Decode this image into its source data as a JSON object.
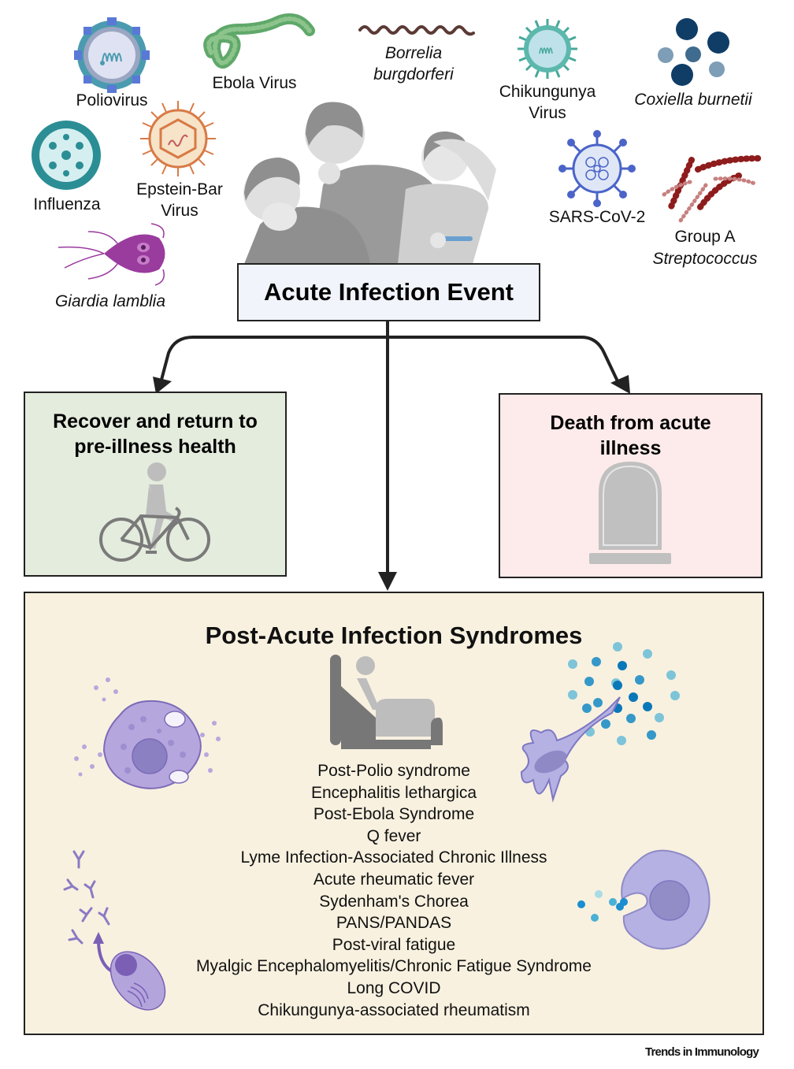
{
  "pathogens": [
    {
      "name": "Poliovirus",
      "italic": false
    },
    {
      "name": "Ebola Virus",
      "italic": false
    },
    {
      "name": "Borrelia burgdorferi",
      "line1": "Borrelia",
      "line2": "burgdorferi",
      "italic": true
    },
    {
      "name": "Chikungunya Virus",
      "line1": "Chikungunya",
      "line2": "Virus",
      "italic": false
    },
    {
      "name": "Coxiella burnetii",
      "italic": true
    },
    {
      "name": "Influenza",
      "italic": false
    },
    {
      "name": "Epstein-Bar Virus",
      "line1": "Epstein-Bar",
      "line2": "Virus",
      "italic": false
    },
    {
      "name": "SARS-CoV-2",
      "italic": false
    },
    {
      "name": "Group A Streptococcus",
      "line1": "Group A",
      "line2": "Streptococcus",
      "italic": false
    },
    {
      "name": "Giardia lamblia",
      "italic": true
    }
  ],
  "acute_event": {
    "title": "Acute Infection Event"
  },
  "outcomes": {
    "recover": {
      "line1": "Recover and return to",
      "line2": "pre-illness health",
      "color": "#e4ecdd"
    },
    "death": {
      "line1": "Death from acute",
      "line2": "illness",
      "color": "#fcebea"
    }
  },
  "pais": {
    "title": "Post-Acute Infection Syndromes",
    "color": "#f8f1e0",
    "syndromes": [
      "Post-Polio syndrome",
      "Encephalitis lethargica",
      "Post-Ebola Syndrome",
      "Q fever",
      "Lyme Infection-Associated Chronic Illness",
      "Acute rheumatic fever",
      "Sydenham's Chorea",
      "PANS/PANDAS",
      "Post-viral fatigue",
      "Myalgic Encephalomyelitis/Chronic Fatigue Syndrome",
      "Long COVID",
      "Chikungunya-associated rheumatism"
    ]
  },
  "footer": {
    "journal": "Trends in Immunology"
  }
}
